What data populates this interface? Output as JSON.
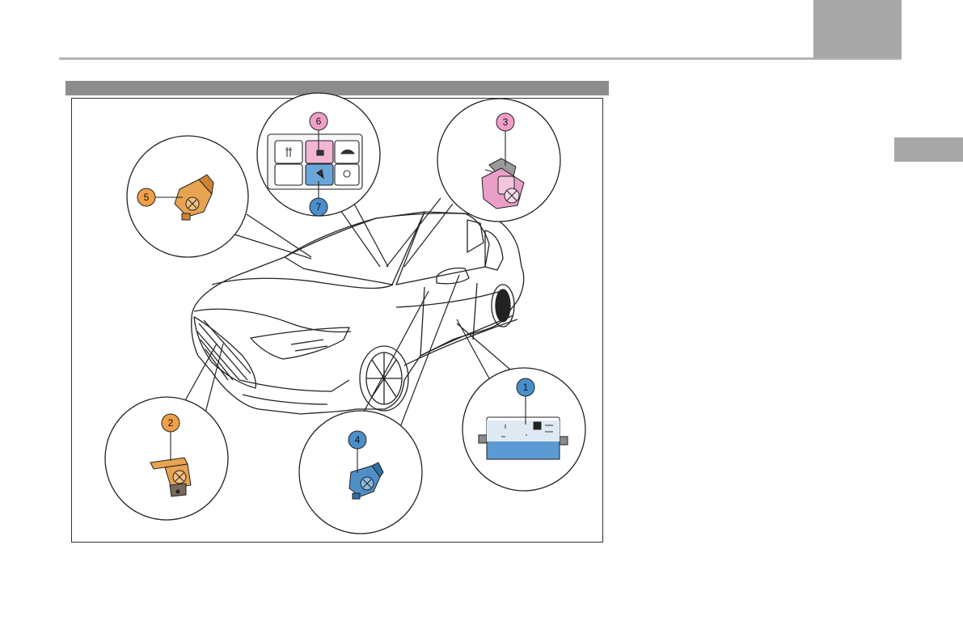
{
  "callouts": {
    "c1": "1",
    "c2": "2",
    "c3": "3",
    "c4": "4",
    "c5": "5",
    "c6": "6",
    "c7": "7"
  },
  "colors": {
    "orange": "#f0a04a",
    "blue": "#4a8fcc",
    "pink": "#f0a0c8",
    "band_gray": "#8c8c8c",
    "tab_gray": "#a8a8a8",
    "rule_gray": "#b4b4b4"
  },
  "icons": [
    "car-illustration",
    "radar-sensor-icon",
    "camera-icon",
    "control-module-icon",
    "switch-panel-icon"
  ]
}
